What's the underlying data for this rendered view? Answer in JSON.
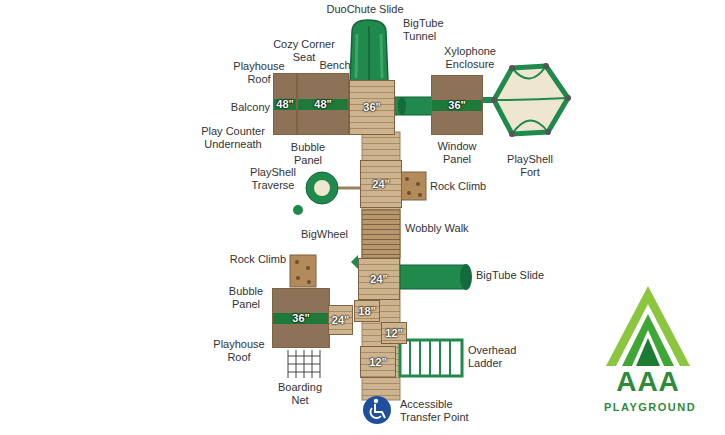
{
  "diagram": {
    "nodes": [
      {
        "text": [
          "48\""
        ]
      },
      {
        "text": [
          "48\""
        ]
      },
      {
        "text": [
          "36\""
        ]
      },
      {
        "text": [
          "36\""
        ]
      },
      {
        "text": [
          "24\""
        ]
      },
      {
        "text": [
          "24\""
        ]
      },
      {
        "text": [
          "36\""
        ]
      },
      {
        "text": [
          "24\""
        ]
      },
      {
        "text": [
          "18\""
        ]
      },
      {
        "text": [
          "12\""
        ]
      },
      {
        "text": [
          "12\""
        ]
      }
    ],
    "labels": [
      "DuoChute Slide",
      "BigTube Tunnel",
      "Cozy Corner Seat",
      "Bench",
      "Playhouse Roof",
      "Xylophone Enclosure",
      "Balcony",
      "Play Counter Underneath",
      "Bubble Panel",
      "Window Panel",
      "PlayShell Traverse",
      "PlayShell Fort",
      "Rock Climb",
      "Wobbly Walk",
      "BigWheel",
      "Rock Climb",
      "BigTube Slide",
      "Bubble Panel",
      "Playhouse Roof",
      "Overhead Ladder",
      "Boarding Net",
      "Accessible Transfer Point",
      "AAA",
      "PLAYGROUND"
    ]
  }
}
